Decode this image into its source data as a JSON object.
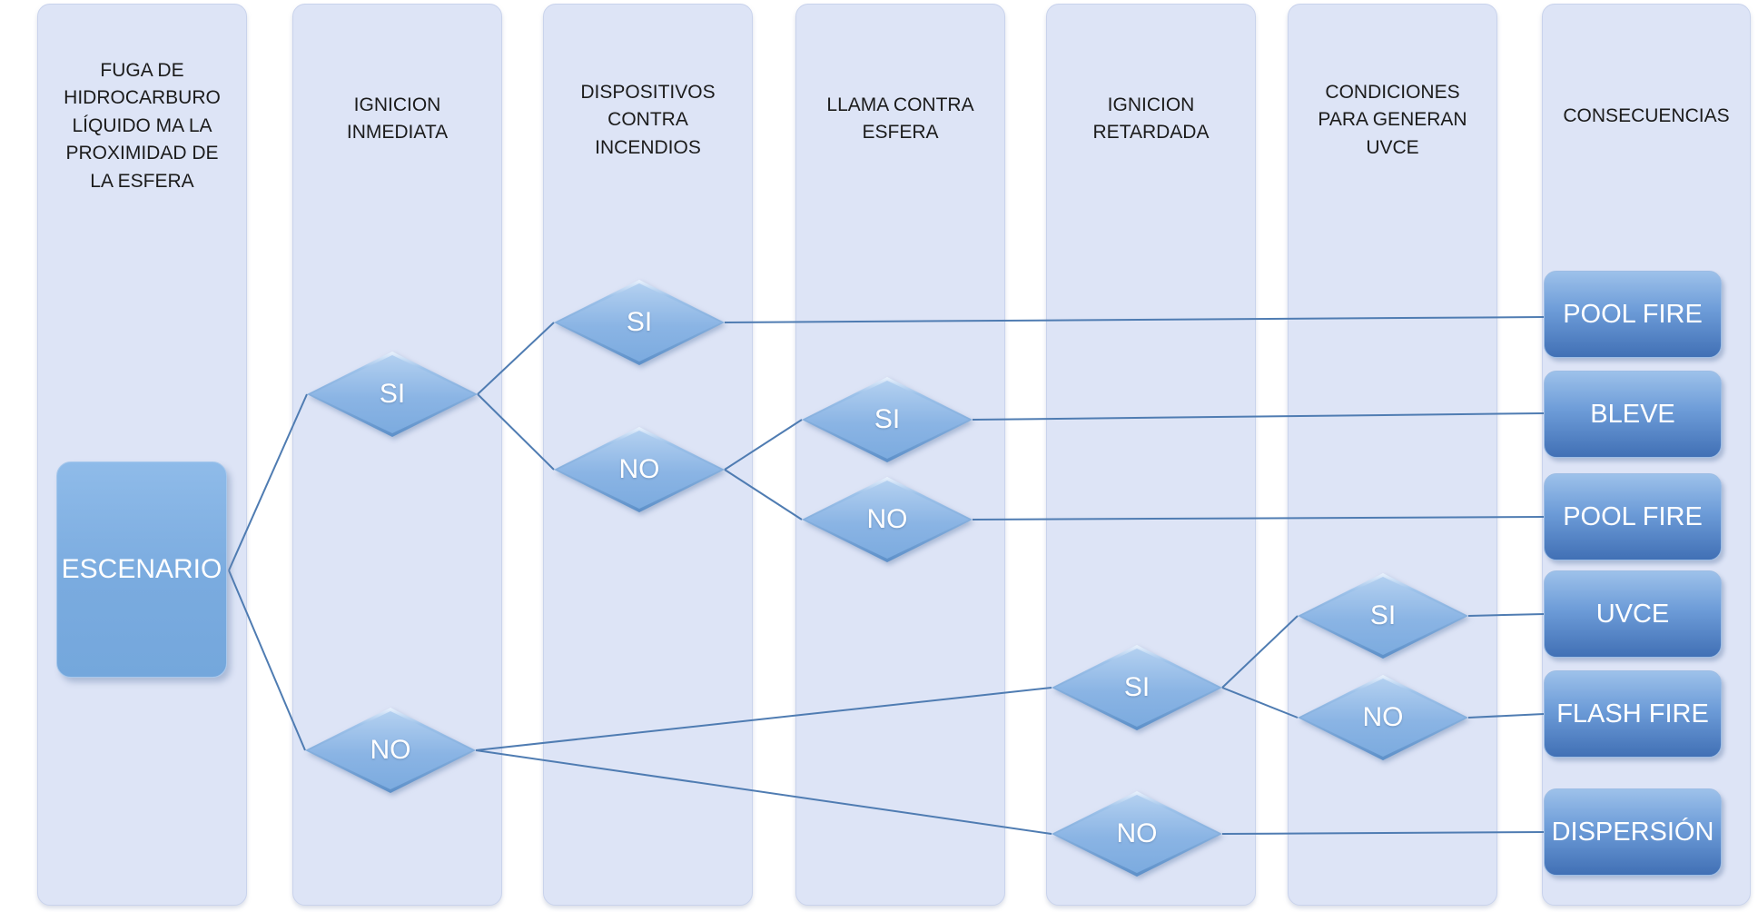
{
  "columns": [
    {
      "id": "col-fuga",
      "header": "FUGA DE HIDROCARBURO LÍQUIDO MA LA PROXIMIDAD DE LA ESFERA"
    },
    {
      "id": "col-inmediata",
      "header": "IGNICION INMEDIATA"
    },
    {
      "id": "col-dispositivos",
      "header": "DISPOSITIVOS CONTRA INCENDIOS"
    },
    {
      "id": "col-llama",
      "header": "LLAMA CONTRA ESFERA"
    },
    {
      "id": "col-retardada",
      "header": "IGNICION RETARDADA"
    },
    {
      "id": "col-uvce",
      "header": "CONDICIONES PARA GENERAN UVCE"
    },
    {
      "id": "col-consecuencias",
      "header": "CONSECUENCIAS"
    }
  ],
  "start_node": {
    "id": "escenario",
    "label": "ESCENARIO"
  },
  "decisions": [
    {
      "id": "ignicion_inmediata_si",
      "column": "IGNICION INMEDIATA",
      "label": "SI"
    },
    {
      "id": "ignicion_inmediata_no",
      "column": "IGNICION INMEDIATA",
      "label": "NO"
    },
    {
      "id": "dispositivos_si",
      "column": "DISPOSITIVOS CONTRA INCENDIOS",
      "label": "SI"
    },
    {
      "id": "dispositivos_no",
      "column": "DISPOSITIVOS CONTRA INCENDIOS",
      "label": "NO"
    },
    {
      "id": "llama_si",
      "column": "LLAMA CONTRA ESFERA",
      "label": "SI"
    },
    {
      "id": "llama_no",
      "column": "LLAMA CONTRA ESFERA",
      "label": "NO"
    },
    {
      "id": "retardada_si",
      "column": "IGNICION RETARDADA",
      "label": "SI"
    },
    {
      "id": "retardada_no",
      "column": "IGNICION RETARDADA",
      "label": "NO"
    },
    {
      "id": "uvce_si",
      "column": "CONDICIONES PARA GENERAN UVCE",
      "label": "SI"
    },
    {
      "id": "uvce_no",
      "column": "CONDICIONES PARA GENERAN UVCE",
      "label": "NO"
    }
  ],
  "consequences": [
    {
      "id": "c_pool_fire_1",
      "label": "POOL FIRE"
    },
    {
      "id": "c_bleve",
      "label": "BLEVE"
    },
    {
      "id": "c_pool_fire_2",
      "label": "POOL FIRE"
    },
    {
      "id": "c_uvce",
      "label": "UVCE"
    },
    {
      "id": "c_flash_fire",
      "label": "FLASH FIRE"
    },
    {
      "id": "c_dispersion",
      "label": "DISPERSIÓN"
    }
  ],
  "edges": [
    {
      "from": "escenario",
      "to": "ignicion_inmediata_si"
    },
    {
      "from": "escenario",
      "to": "ignicion_inmediata_no"
    },
    {
      "from": "ignicion_inmediata_si",
      "to": "dispositivos_si"
    },
    {
      "from": "ignicion_inmediata_si",
      "to": "dispositivos_no"
    },
    {
      "from": "dispositivos_si",
      "to": "c_pool_fire_1"
    },
    {
      "from": "dispositivos_no",
      "to": "llama_si"
    },
    {
      "from": "dispositivos_no",
      "to": "llama_no"
    },
    {
      "from": "llama_si",
      "to": "c_bleve"
    },
    {
      "from": "llama_no",
      "to": "c_pool_fire_2"
    },
    {
      "from": "ignicion_inmediata_no",
      "to": "retardada_si"
    },
    {
      "from": "ignicion_inmediata_no",
      "to": "retardada_no"
    },
    {
      "from": "retardada_si",
      "to": "uvce_si"
    },
    {
      "from": "retardada_si",
      "to": "uvce_no"
    },
    {
      "from": "uvce_si",
      "to": "c_uvce"
    },
    {
      "from": "uvce_no",
      "to": "c_flash_fire"
    },
    {
      "from": "retardada_no",
      "to": "c_dispersion"
    }
  ],
  "colors": {
    "panel-bg": "#dde4f6",
    "panel-border": "#c9d3ec",
    "line": "#4f7cb2",
    "ink": "#1b1b1b",
    "node-text": "#ffffff"
  }
}
